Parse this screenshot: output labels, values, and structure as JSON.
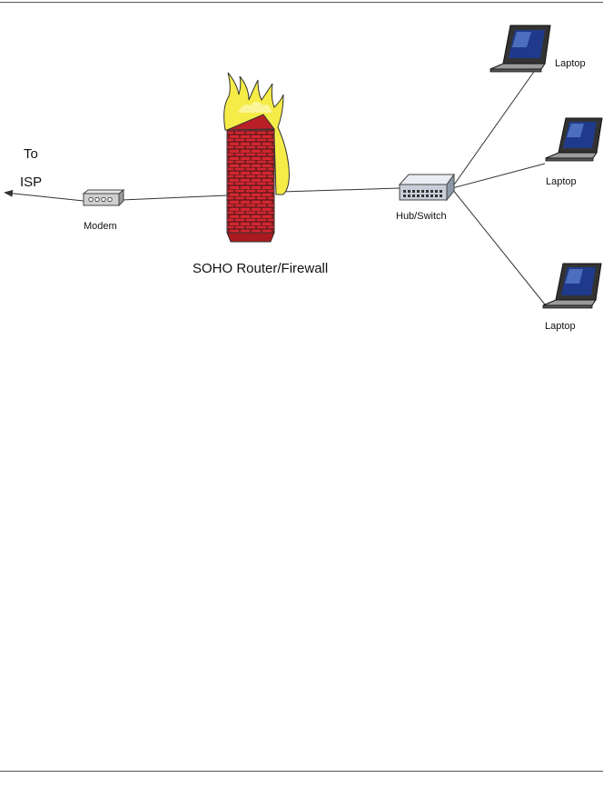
{
  "isp": {
    "line1": "To",
    "line2": "ISP"
  },
  "modem": {
    "label": "Modem"
  },
  "firewall": {
    "label": "SOHO Router/Firewall"
  },
  "hub": {
    "label": "Hub/Switch"
  },
  "laptops": [
    {
      "label": "Laptop"
    },
    {
      "label": "Laptop"
    },
    {
      "label": "Laptop"
    }
  ],
  "colors": {
    "brick": "#d22730",
    "mortar": "#3a1416",
    "flame": "#f5ec47",
    "line": "#333333"
  }
}
